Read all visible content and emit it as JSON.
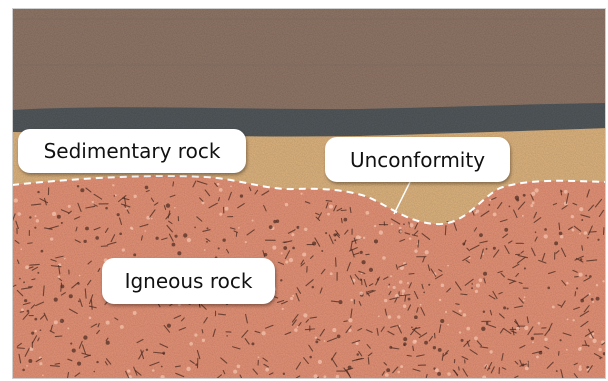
{
  "labels": {
    "sedimentary": "Sedimentary rock",
    "unconformity": "Unconformity",
    "igneous": "Igneous rock"
  },
  "colors": {
    "upper_sediment": "#917768",
    "dark_layer": "#53595c",
    "sand_layer": "#dfb580",
    "igneous": "#e69478",
    "igneous_speckle_dark": "#4a2a20",
    "igneous_speckle_light": "#f6c6b0",
    "unconformity_line": "#ffffff",
    "frame": "#cfcfcf"
  }
}
